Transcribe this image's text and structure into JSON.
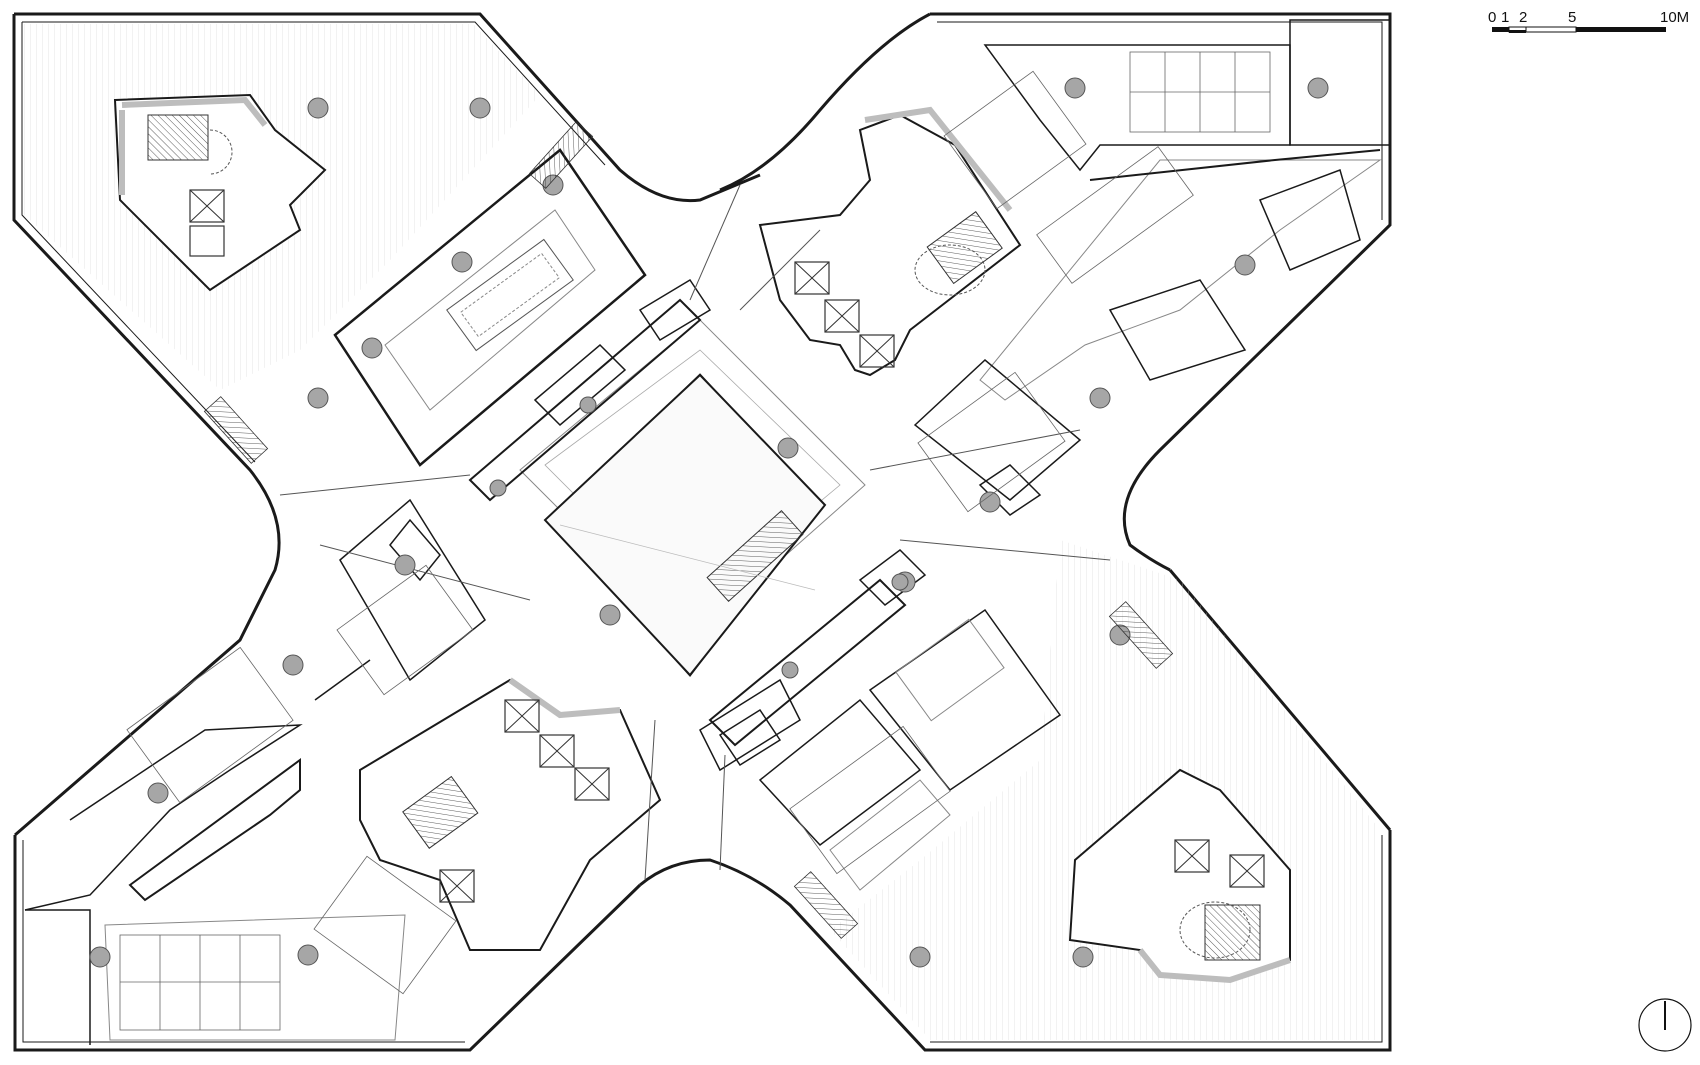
{
  "scale_bar": {
    "labels": [
      "0",
      "1",
      "2",
      "5",
      "10M"
    ]
  },
  "colors": {
    "line": "#1a1a1a",
    "thin": "#777777",
    "column": "#9a9a9a",
    "core": "#bdbdbd",
    "hatch": "#c8c8c8"
  },
  "icons": {
    "north_arrow": "north-arrow-icon"
  }
}
